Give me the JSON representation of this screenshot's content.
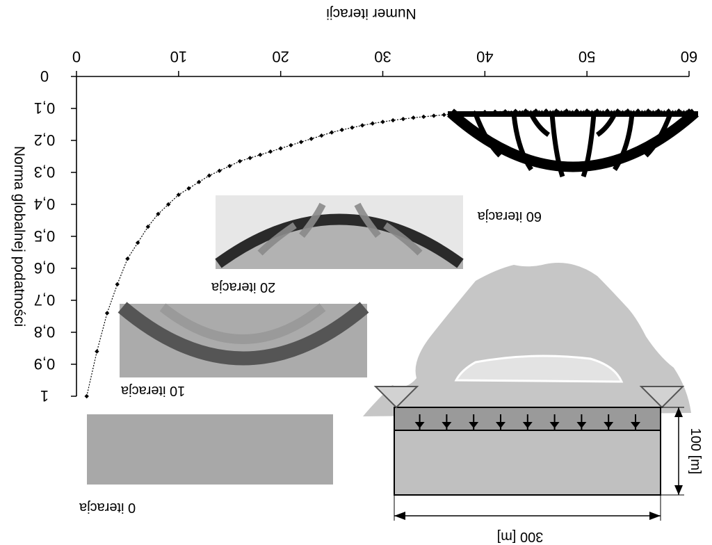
{
  "chart_data": {
    "type": "scatter",
    "orientation": "figure rendered rotated 180 degrees",
    "title": "",
    "xlabel": "Numer iteracji",
    "ylabel": "Norma globalnej podatności",
    "xlim": [
      0,
      60
    ],
    "ylim": [
      0,
      1
    ],
    "x_ticks": [
      "0",
      "10",
      "20",
      "30",
      "40",
      "50",
      "60"
    ],
    "y_ticks": [
      "0",
      "0,1",
      "0,2",
      "0,3",
      "0,4",
      "0,5",
      "0,6",
      "0,7",
      "0,8",
      "0,9",
      "1"
    ],
    "grid": false,
    "legend": "none",
    "marker_color": "#000000",
    "series": [
      {
        "x": [
          1,
          2,
          3,
          4,
          5,
          6,
          7,
          8,
          9,
          10,
          11,
          12,
          13,
          14,
          15,
          16,
          17,
          18,
          19,
          20,
          21,
          22,
          23,
          24,
          25,
          26,
          27,
          28,
          29,
          30,
          31,
          32,
          33,
          34,
          35,
          36,
          37,
          38,
          39,
          40,
          41,
          42,
          43,
          44,
          45,
          46,
          47,
          48,
          49,
          50,
          51,
          52,
          53,
          54,
          55,
          56,
          57,
          58,
          59,
          60
        ],
        "values": [
          1.0,
          0.86,
          0.74,
          0.65,
          0.57,
          0.52,
          0.47,
          0.43,
          0.4,
          0.37,
          0.35,
          0.33,
          0.31,
          0.295,
          0.28,
          0.265,
          0.255,
          0.245,
          0.235,
          0.225,
          0.215,
          0.205,
          0.195,
          0.185,
          0.175,
          0.167,
          0.16,
          0.153,
          0.147,
          0.142,
          0.137,
          0.133,
          0.129,
          0.126,
          0.123,
          0.12,
          0.117,
          0.115,
          0.113,
          0.111,
          0.11,
          0.109,
          0.108,
          0.107,
          0.107,
          0.107,
          0.107,
          0.107,
          0.107,
          0.107,
          0.107,
          0.107,
          0.107,
          0.107,
          0.107,
          0.107,
          0.107,
          0.107,
          0.107,
          0.107
        ]
      }
    ]
  },
  "annotations": {
    "stage_0": "0 iteracja",
    "stage_10": "10 iteracja",
    "stage_20": "20 iteracja",
    "stage_60": "60 iteracja",
    "height_dim": "100 [m]",
    "width_dim": "300 [m]"
  },
  "colors": {
    "background": "#ffffff",
    "ink": "#000000",
    "solid_dark": "#2c2c2c",
    "stage0_fill": "#a8a8a8",
    "stage10_fill": "#a9a9a9",
    "stage20_fill": "#b2b2b2",
    "rock": "#c6c6c6",
    "cavity": "#e3e3e3",
    "support": "#d2d2d2",
    "domain_box": "#c0c0c0",
    "load_strip": "#9a9a9a"
  }
}
